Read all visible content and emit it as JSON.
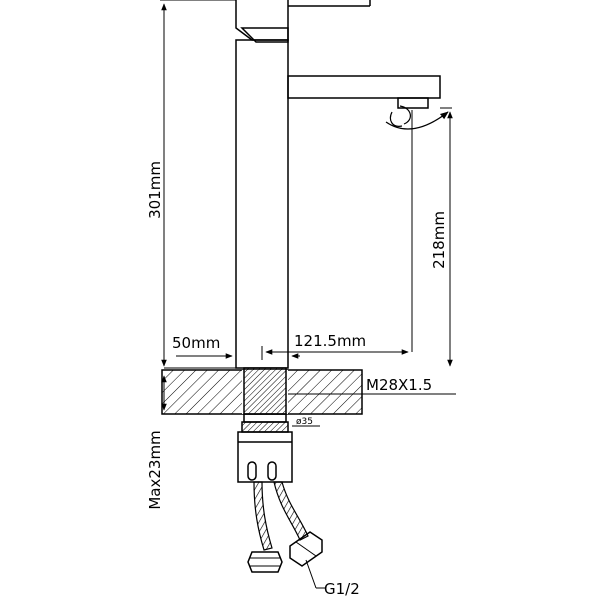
{
  "labels": {
    "height_total": "301mm",
    "height_spout": "218mm",
    "width_base": "50mm",
    "reach": "121.5mm",
    "thread": "M28X1.5",
    "diameter": "ø35",
    "max_depth": "Max23mm",
    "hose_thread": "G1/2"
  },
  "colors": {
    "line": "#000000",
    "background": "#ffffff"
  }
}
